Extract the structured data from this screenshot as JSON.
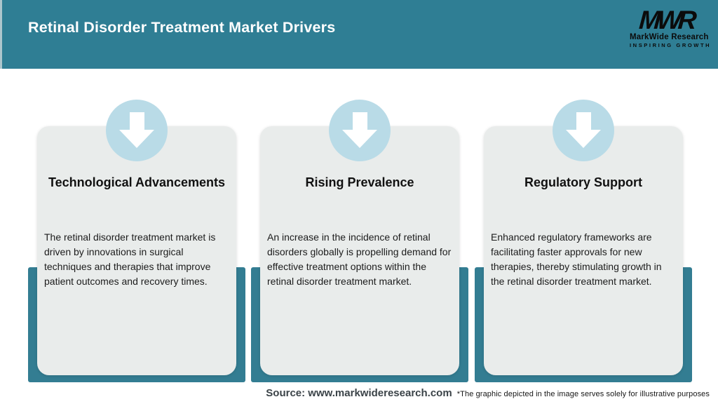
{
  "header": {
    "title": "Retinal Disorder Treatment Market Drivers",
    "logo": {
      "acronym": "MWR",
      "name": "MarkWide Research",
      "tagline": "INSPIRING GROWTH"
    }
  },
  "chart_data": {
    "type": "table",
    "title": "Retinal Disorder Treatment Market Drivers",
    "categories": [
      "Technological Advancements",
      "Rising Prevalence",
      "Regulatory Support"
    ],
    "values": [
      "The retinal disorder treatment market is driven by innovations in surgical techniques and therapies that improve patient outcomes and recovery times.",
      "An increase in the incidence of retinal disorders globally is propelling demand for effective treatment options within the retinal disorder treatment market.",
      "Enhanced regulatory frameworks are facilitating faster approvals for new therapies, thereby stimulating growth in the retinal disorder treatment market."
    ]
  },
  "cards": [
    {
      "icon": "arrow-down-icon",
      "title": "Technological Advancements",
      "body": "The retinal disorder treatment market is driven by innovations in surgical techniques and therapies that improve patient outcomes and recovery times."
    },
    {
      "icon": "arrow-down-icon",
      "title": "Rising Prevalence",
      "body": "An increase in the incidence of retinal disorders globally is propelling demand for effective treatment options within the retinal disorder treatment market."
    },
    {
      "icon": "arrow-down-icon",
      "title": "Regulatory Support",
      "body": "Enhanced regulatory frameworks are facilitating faster approvals for new therapies, thereby stimulating growth in the retinal disorder treatment market."
    }
  ],
  "footer": {
    "source": "Source: www.markwideresearch.com",
    "disclaimer": "*The graphic depicted in the image serves solely for illustrative purposes"
  },
  "colors": {
    "header_teal": "#2f7e94",
    "accent_teal": "#337d92",
    "circle_blue": "#b9dbe7",
    "card_bg": "#e9eceb",
    "source_ink": "#3b4348"
  }
}
